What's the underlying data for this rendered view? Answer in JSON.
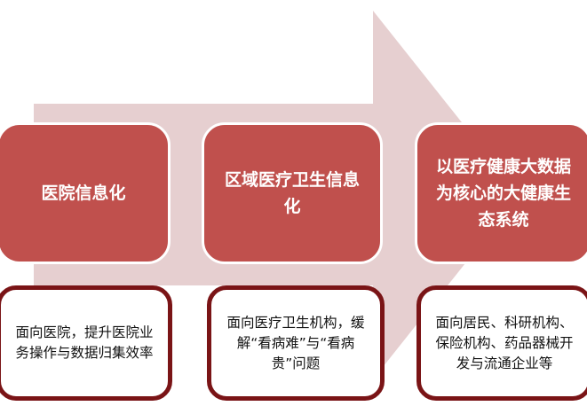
{
  "colors": {
    "arrow": "#e6cfd0",
    "stage_fill": "#c0504d",
    "desc_border": "#7a1416"
  },
  "stages": [
    {
      "title": "医院信息化",
      "description": "面向医院，提升医院业务操作与数据归集效率"
    },
    {
      "title": "区域医疗卫生信息化",
      "description": "面向医疗卫生机构，缓解“看病难”与“看病贵”问题"
    },
    {
      "title": "以医疗健康大数据为核心的大健康生态系统",
      "description": "面向居民、科研机构、保险机构、药品器械开发与流通企业等"
    }
  ]
}
